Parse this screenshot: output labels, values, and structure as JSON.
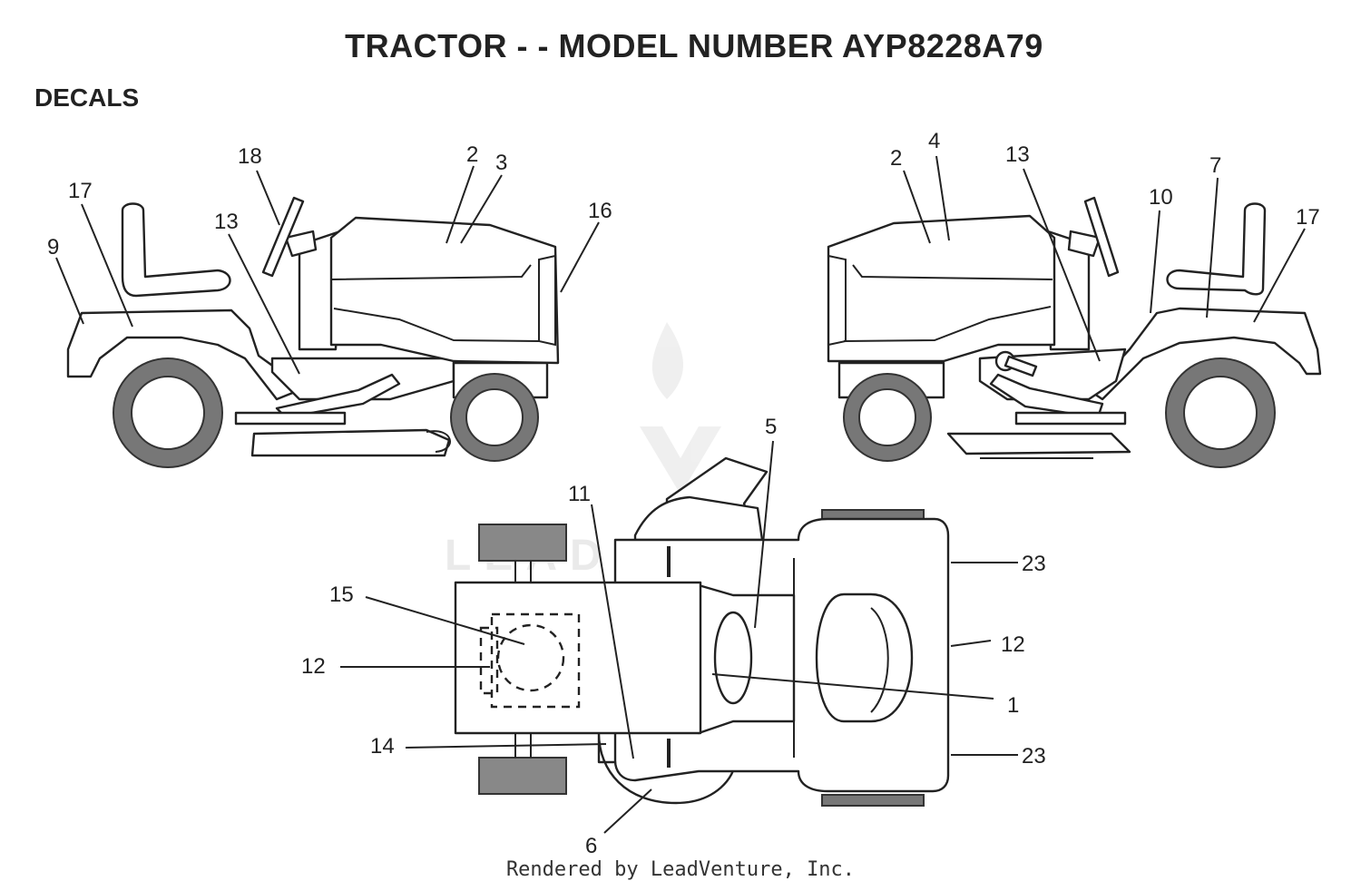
{
  "title": "TRACTOR - - MODEL NUMBER AYP8228A79",
  "section": "DECALS",
  "watermark": "LEADVENTURE",
  "footer": "Rendered by LeadVenture, Inc.",
  "callouts": {
    "left_view": [
      "18",
      "2",
      "3",
      "16",
      "17",
      "13",
      "9"
    ],
    "right_view": [
      "2",
      "4",
      "13",
      "7",
      "10",
      "17"
    ],
    "top_view": [
      "5",
      "11",
      "15",
      "12",
      "14",
      "6",
      "23",
      "12",
      "1",
      "23"
    ]
  }
}
